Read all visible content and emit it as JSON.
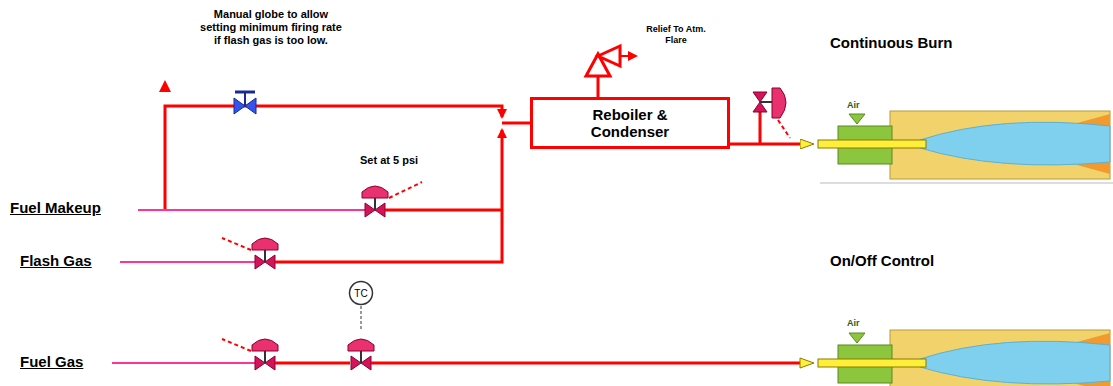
{
  "diagram": {
    "nodes": [
      {
        "text": [
          "Reboiler & Condenser"
        ]
      },
      {
        "text": [
          "TC"
        ]
      },
      {
        "text": [
          "Continuous Burn",
          "Air"
        ]
      },
      {
        "text": [
          "On/Off Control",
          "Air"
        ]
      }
    ],
    "edges": [
      {
        "from": 0,
        "to": 2,
        "arrow": "to"
      }
    ],
    "labels": [
      "Manual globe to allow setting minimum firing rate if flash gas is too low.",
      "Set at 5 psi",
      "Relief To Atm. Flare",
      "Fuel Makeup",
      "Flash Gas",
      "Fuel Gas"
    ]
  }
}
